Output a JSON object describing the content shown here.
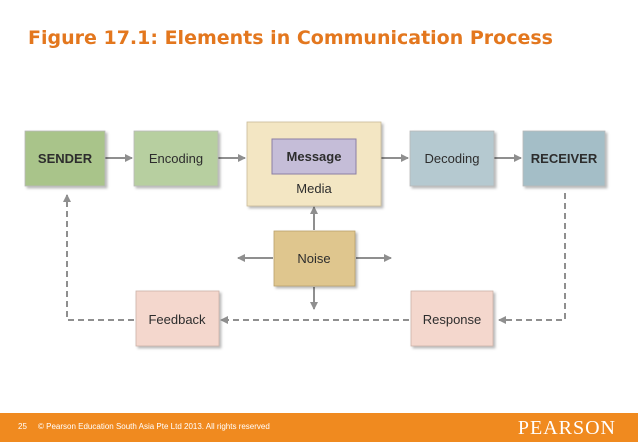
{
  "title": "Figure 17.1: Elements in Communication Process",
  "nodes": {
    "sender": "SENDER",
    "encoding": "Encoding",
    "message": "Message",
    "media": "Media",
    "decoding": "Decoding",
    "receiver": "RECEIVER",
    "noise": "Noise",
    "feedback": "Feedback",
    "response": "Response"
  },
  "footer": {
    "slide_number": "25",
    "copyright": "© Pearson Education South Asia Pte Ltd 2013. All rights reserved",
    "logo": "PEARSON"
  },
  "colors": {
    "title": "#e3771e",
    "sender": "#a9c48a",
    "encoding": "#b7cfa0",
    "media": "#f3e6c3",
    "message": "#c5bdd8",
    "decoding": "#b5c9d0",
    "receiver": "#a4bec7",
    "noise": "#dfc68e",
    "feedback_response": "#f4d7cd",
    "footer": "#f08a1f"
  }
}
